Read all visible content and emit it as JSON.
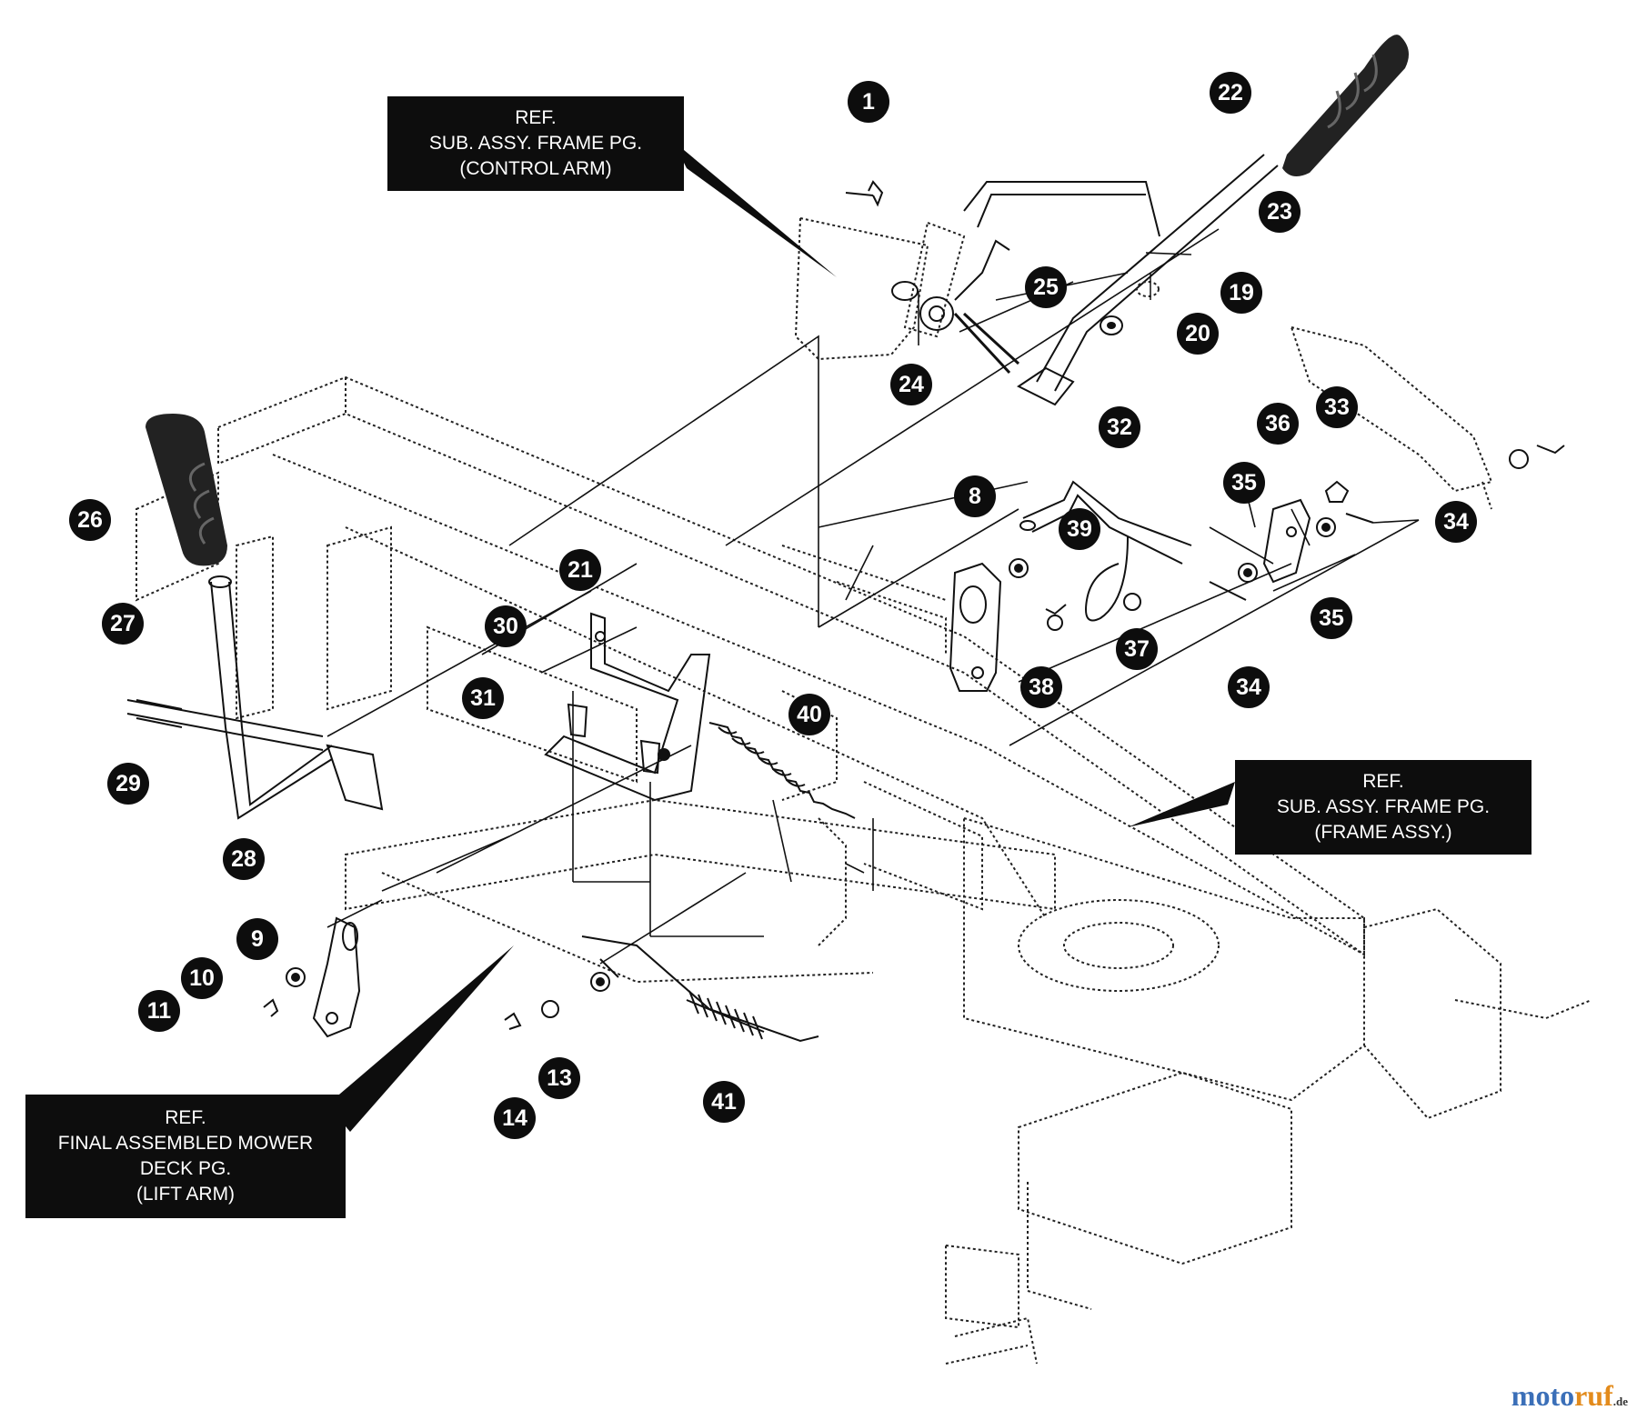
{
  "ref_boxes": {
    "control_arm": [
      "REF.",
      "SUB. ASSY. FRAME PG.",
      "(CONTROL ARM)"
    ],
    "frame_assy": [
      "REF.",
      "SUB. ASSY. FRAME PG.",
      "(FRAME ASSY.)"
    ],
    "lift_arm": [
      "REF.",
      "FINAL ASSEMBLED MOWER",
      "DECK PG.",
      "(LIFT ARM)"
    ]
  },
  "parts": {
    "p1": "1",
    "p8": "8",
    "p9": "9",
    "p10": "10",
    "p11": "11",
    "p13": "13",
    "p14": "14",
    "p19": "19",
    "p20": "20",
    "p21": "21",
    "p22": "22",
    "p23": "23",
    "p24": "24",
    "p25": "25",
    "p26": "26",
    "p27": "27",
    "p28": "28",
    "p29": "29",
    "p30": "30",
    "p31": "31",
    "p32": "32",
    "p33": "33",
    "p34a": "34",
    "p34b": "34",
    "p35a": "35",
    "p35b": "35",
    "p36": "36",
    "p37": "37",
    "p38": "38",
    "p39": "39",
    "p40": "40",
    "p41": "41"
  },
  "watermark": {
    "part1": "moto",
    "part2": "ruf",
    "suffix": ".de"
  }
}
